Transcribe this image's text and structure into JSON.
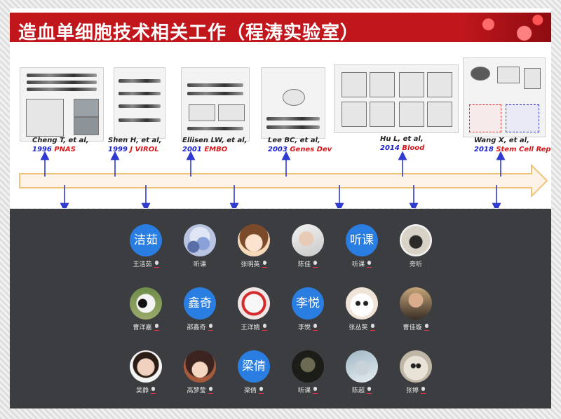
{
  "slide": {
    "title": "造血单细胞技术相关工作（程涛实验室）",
    "citations": [
      {
        "author": "Cheng T, et al,",
        "year": "1996",
        "journal": "PNAS"
      },
      {
        "author": "Shen H, et al,",
        "year": "1999",
        "journal": "J VIROL"
      },
      {
        "author": "Ellisen LW, et al,",
        "year": "2001",
        "journal": "EMBO"
      },
      {
        "author": "Lee BC, et al,",
        "year": "2003",
        "journal": "Genes Dev"
      },
      {
        "author": "Hu L, et al,",
        "year": "2014",
        "journal": "Blood"
      },
      {
        "author": "Wang X, et al,",
        "year": "2018",
        "journal": "Stem Cell Rep"
      }
    ],
    "colors": {
      "banner": "#c0161c",
      "year": "#1a22c8",
      "journal": "#d4181c",
      "timeline": "#f4c98a",
      "arrow": "#2f3ad0"
    }
  },
  "participants": [
    {
      "name": "王洁茹",
      "avatar_text": "洁茹",
      "avatar": "text-avatar",
      "mic": true
    },
    {
      "name": "听课",
      "avatar_text": "",
      "avatar": "flowers-photo",
      "mic": false
    },
    {
      "name": "张明英",
      "avatar_text": "",
      "avatar": "anime-girl-photo",
      "mic": true
    },
    {
      "name": "陈佳",
      "avatar_text": "",
      "avatar": "portrait-photo",
      "mic": true
    },
    {
      "name": "听课",
      "avatar_text": "听课",
      "avatar": "text-avatar",
      "mic": true
    },
    {
      "name": "旁听",
      "avatar_text": "",
      "avatar": "pug-photo",
      "mic": false
    },
    {
      "name": "曹洋嘉",
      "avatar_text": "",
      "avatar": "panda-photo",
      "mic": true
    },
    {
      "name": "邵鑫奇",
      "avatar_text": "鑫奇",
      "avatar": "text-avatar",
      "mic": true
    },
    {
      "name": "王洋婧",
      "avatar_text": "",
      "avatar": "no-sign-photo",
      "mic": true
    },
    {
      "name": "李悦",
      "avatar_text": "李悦",
      "avatar": "text-avatar",
      "mic": true
    },
    {
      "name": "张丛笑",
      "avatar_text": "",
      "avatar": "cartoon-cat-photo",
      "mic": true
    },
    {
      "name": "曹佳璇",
      "avatar_text": "",
      "avatar": "man-photo",
      "mic": true
    },
    {
      "name": "吴静",
      "avatar_text": "",
      "avatar": "girl-photo",
      "mic": true
    },
    {
      "name": "高梦莹",
      "avatar_text": "",
      "avatar": "anime-character-photo",
      "mic": true
    },
    {
      "name": "梁倩",
      "avatar_text": "梁倩",
      "avatar": "text-avatar",
      "mic": true
    },
    {
      "name": "听课",
      "avatar_text": "",
      "avatar": "dark-photo",
      "mic": true
    },
    {
      "name": "陈超",
      "avatar_text": "",
      "avatar": "hand-photo",
      "mic": true
    },
    {
      "name": "张婷",
      "avatar_text": "",
      "avatar": "seal-photo",
      "mic": true
    }
  ]
}
